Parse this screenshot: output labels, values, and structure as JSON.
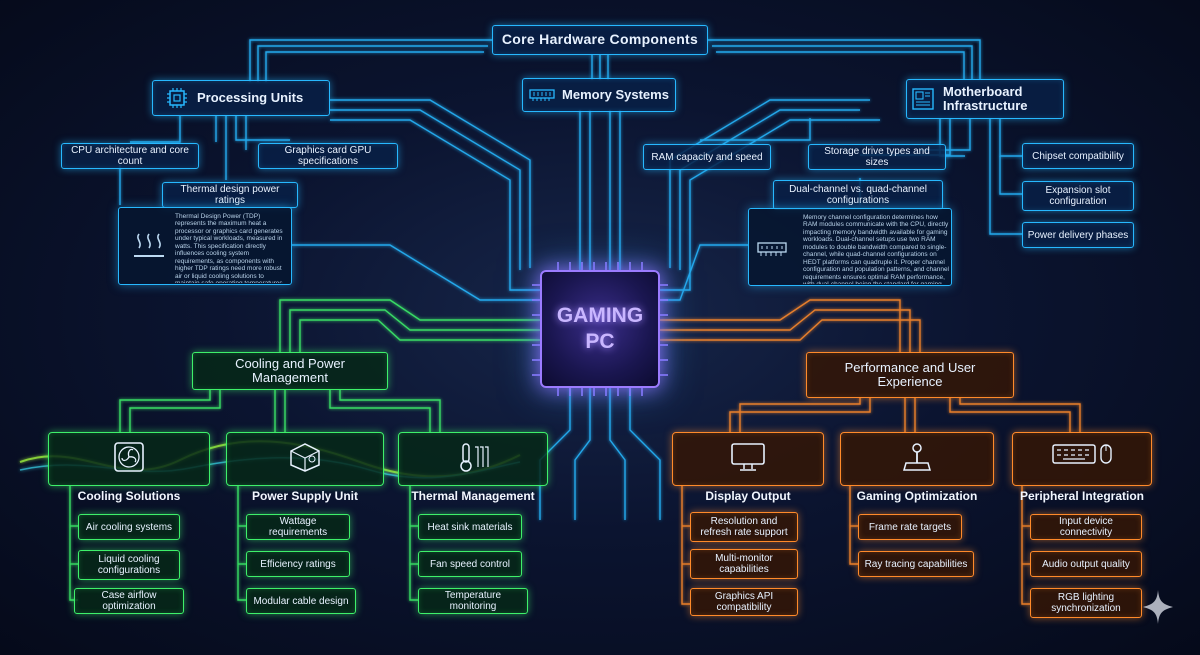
{
  "center": {
    "label": "GAMING\nPC"
  },
  "top": {
    "title": "Core Hardware Components",
    "processing": {
      "title": "Processing Units",
      "items": [
        "CPU architecture and core count",
        "Graphics card GPU specifications",
        "Thermal design power ratings"
      ],
      "info": "Thermal Design Power (TDP) represents the maximum heat a processor or graphics card generates under typical workloads, measured in watts. This specification directly influences cooling system requirements, as components with higher TDP ratings need more robust air or liquid cooling solutions to maintain safe operating temperatures. Understanding TDP values is essential for selecting appropriate heat sinks, fans, and power supplies that can handle the thermal output during gaming sessions."
    },
    "memory": {
      "title": "Memory Systems",
      "items": [
        "RAM capacity and speed",
        "Storage drive types and sizes",
        "Dual-channel vs. quad-channel configurations"
      ],
      "info": "Memory channel configuration determines how RAM modules communicate with the CPU, directly impacting memory bandwidth available for gaming workloads. Dual-channel setups use two RAM modules to double bandwidth compared to single-channel, while quad-channel configurations on HEDT platforms can quadruple it. Proper channel configuration and population patterns, and channel requirements ensures optimal RAM performance, with dual-channel being the standard for gaming PCs and quad-channel primarily benefiting high-end content creation builds."
    },
    "motherboard": {
      "title": "Motherboard Infrastructure",
      "items": [
        "Chipset compatibility",
        "Expansion slot configuration",
        "Power delivery phases"
      ]
    }
  },
  "cooling": {
    "title": "Cooling and Power Management",
    "groups": [
      {
        "title": "Cooling Solutions",
        "icon": "fan-icon",
        "items": [
          "Air cooling systems",
          "Liquid cooling configurations",
          "Case airflow optimization"
        ]
      },
      {
        "title": "Power Supply Unit",
        "icon": "psu-icon",
        "items": [
          "Wattage requirements",
          "Efficiency ratings",
          "Modular cable design"
        ]
      },
      {
        "title": "Thermal Management",
        "icon": "thermometer-icon",
        "items": [
          "Heat sink materials",
          "Fan speed control",
          "Temperature monitoring"
        ]
      }
    ]
  },
  "performance": {
    "title": "Performance and User Experience",
    "groups": [
      {
        "title": "Display Output",
        "icon": "monitor-icon",
        "items": [
          "Resolution and refresh rate support",
          "Multi-monitor capabilities",
          "Graphics API compatibility"
        ]
      },
      {
        "title": "Gaming Optimization",
        "icon": "joystick-icon",
        "items": [
          "Frame rate targets",
          "Ray tracing capabilities"
        ]
      },
      {
        "title": "Peripheral Integration",
        "icon": "keyboard-mouse-icon",
        "items": [
          "Input device connectivity",
          "Audio output quality",
          "RGB lighting synchronization"
        ]
      }
    ]
  },
  "colors": {
    "blue": "#27b8ff",
    "green": "#3ef06a",
    "orange": "#ff8a2a",
    "purple": "#9b7bff"
  }
}
